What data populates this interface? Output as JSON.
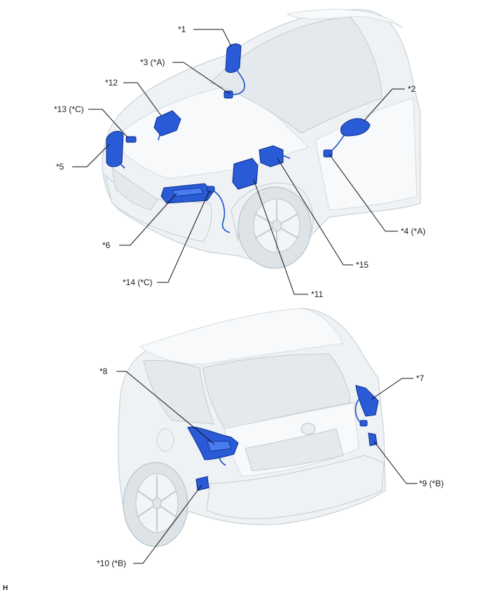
{
  "labels": {
    "l1": "*1",
    "l2": "*2",
    "l3": "*3 (*A)",
    "l4": "*4 (*A)",
    "l5": "*5",
    "l6": "*6",
    "l7": "*7",
    "l8": "*8",
    "l9": "*9 (*B)",
    "l10": "*10 (*B)",
    "l11": "*11",
    "l12": "*12",
    "l13": "*13 (*C)",
    "l14": "*14 (*C)",
    "l15": "*15"
  },
  "footer": {
    "code": "H"
  },
  "colors": {
    "part": "#2a5bd7",
    "body": "#eef2f4",
    "line": "#111111"
  }
}
